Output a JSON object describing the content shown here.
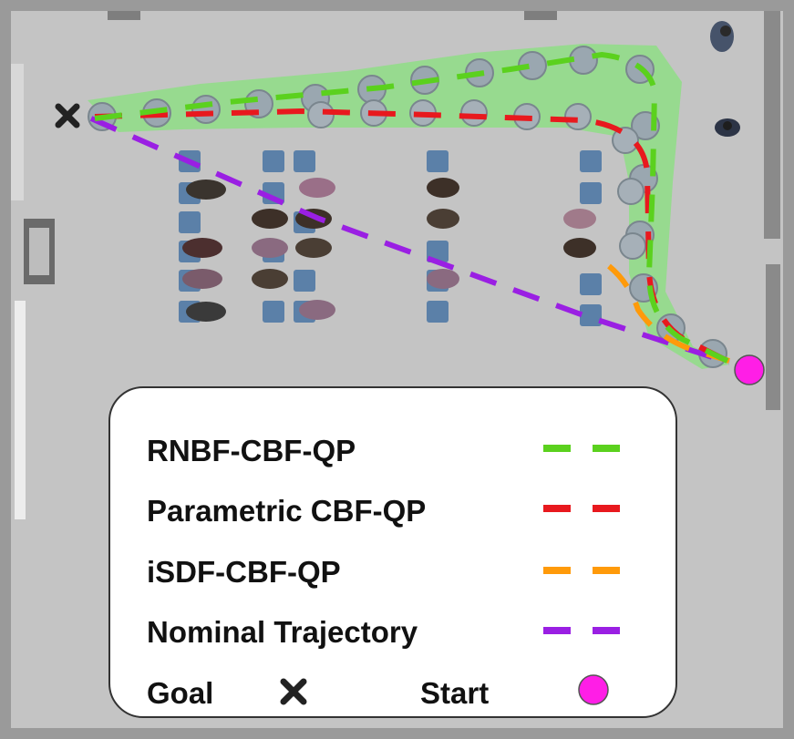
{
  "colors": {
    "floor": "#c4c4c4",
    "wall": "#9a9a9a",
    "rnbf": "#5bd11e",
    "parametric": "#e8191e",
    "isdf": "#ff9a0a",
    "nominal": "#9a1fe3",
    "start": "#ff1ee6",
    "corridor": "#8fde86"
  },
  "legend": {
    "entries": [
      {
        "id": "rnbf",
        "label": "RNBF-CBF-QP"
      },
      {
        "id": "parametric",
        "label": "Parametric CBF-QP"
      },
      {
        "id": "isdf",
        "label": "iSDF-CBF-QP"
      },
      {
        "id": "nominal",
        "label": "Nominal Trajectory"
      }
    ],
    "goal_label": "Goal",
    "start_label": "Start",
    "goal_icon": "x-mark-icon",
    "start_icon": "magenta-circle-icon"
  }
}
